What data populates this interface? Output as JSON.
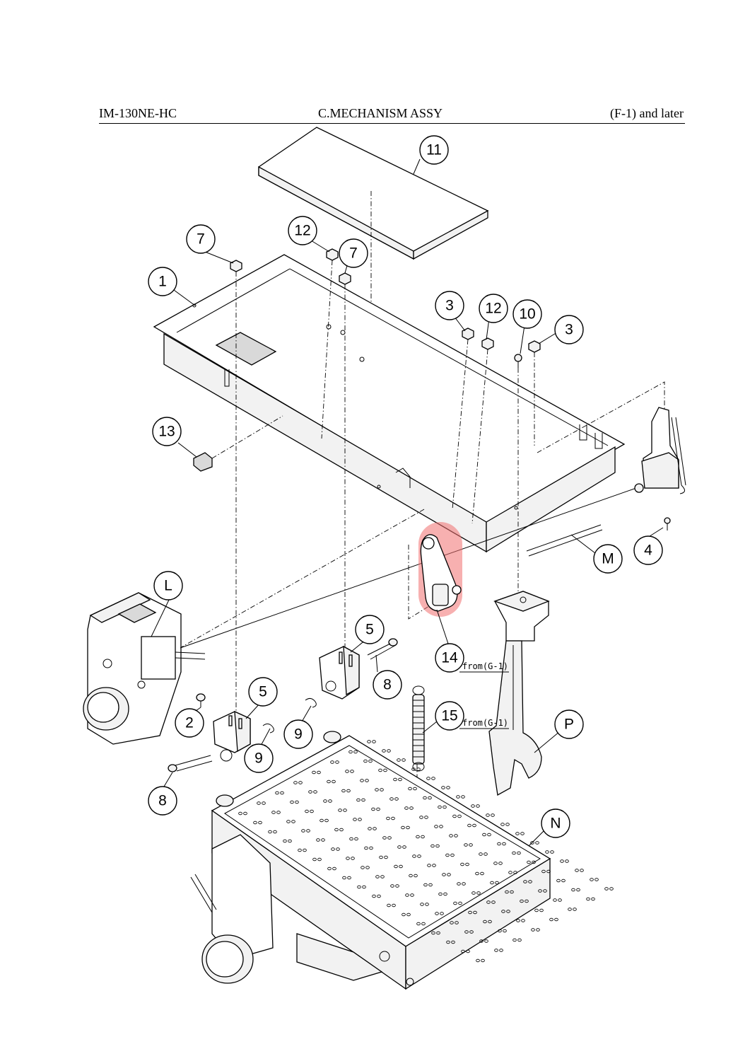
{
  "header": {
    "model": "IM-130NE-HC",
    "title": "C.MECHANISM ASSY",
    "range": "(F-1) and later"
  },
  "highlight_color": "#f07070",
  "callouts": [
    {
      "id": "c11",
      "label": "11"
    },
    {
      "id": "c7a",
      "label": "7"
    },
    {
      "id": "c12a",
      "label": "12"
    },
    {
      "id": "c7b",
      "label": "7"
    },
    {
      "id": "c1",
      "label": "1"
    },
    {
      "id": "c3a",
      "label": "3"
    },
    {
      "id": "c12b",
      "label": "12"
    },
    {
      "id": "c10",
      "label": "10"
    },
    {
      "id": "c3b",
      "label": "3"
    },
    {
      "id": "c13",
      "label": "13"
    },
    {
      "id": "c4",
      "label": "4"
    },
    {
      "id": "cM",
      "label": "M"
    },
    {
      "id": "cL",
      "label": "L"
    },
    {
      "id": "c5a",
      "label": "5"
    },
    {
      "id": "c14",
      "label": "14"
    },
    {
      "id": "c8a",
      "label": "8"
    },
    {
      "id": "c5b",
      "label": "5"
    },
    {
      "id": "c2",
      "label": "2"
    },
    {
      "id": "c9a",
      "label": "9"
    },
    {
      "id": "c15",
      "label": "15"
    },
    {
      "id": "cP",
      "label": "P"
    },
    {
      "id": "c9b",
      "label": "9"
    },
    {
      "id": "c8b",
      "label": "8"
    },
    {
      "id": "cN",
      "label": "N"
    }
  ],
  "notes": {
    "from14": "from(G-1)",
    "from15": "from(G-1)"
  }
}
